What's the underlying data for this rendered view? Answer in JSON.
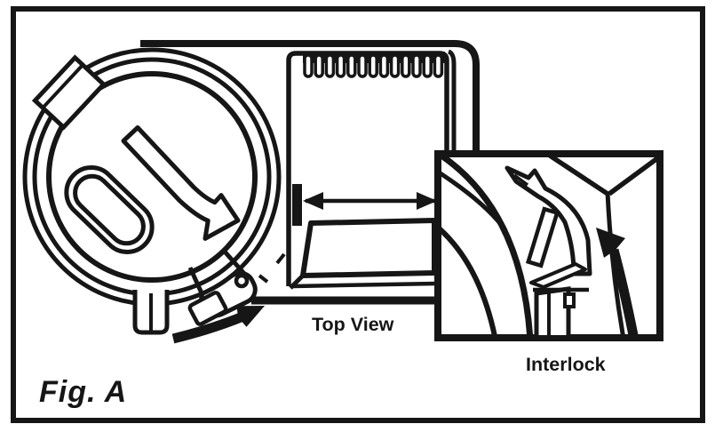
{
  "figure": {
    "caption": "Fig. A",
    "ink": "#161616",
    "paper": "#ffffff"
  },
  "labels": {
    "top_view": "Top View",
    "interlock": "Interlock"
  },
  "icons": {
    "lid_rotate_arrow": "bent-arrow-pointing-right",
    "latch_swing_arrow": "curved-arrow-up-right",
    "opening_width_arrow": "double-headed-horizontal-arrow",
    "interlock_engage_arrow": "curved-arrow-up"
  }
}
